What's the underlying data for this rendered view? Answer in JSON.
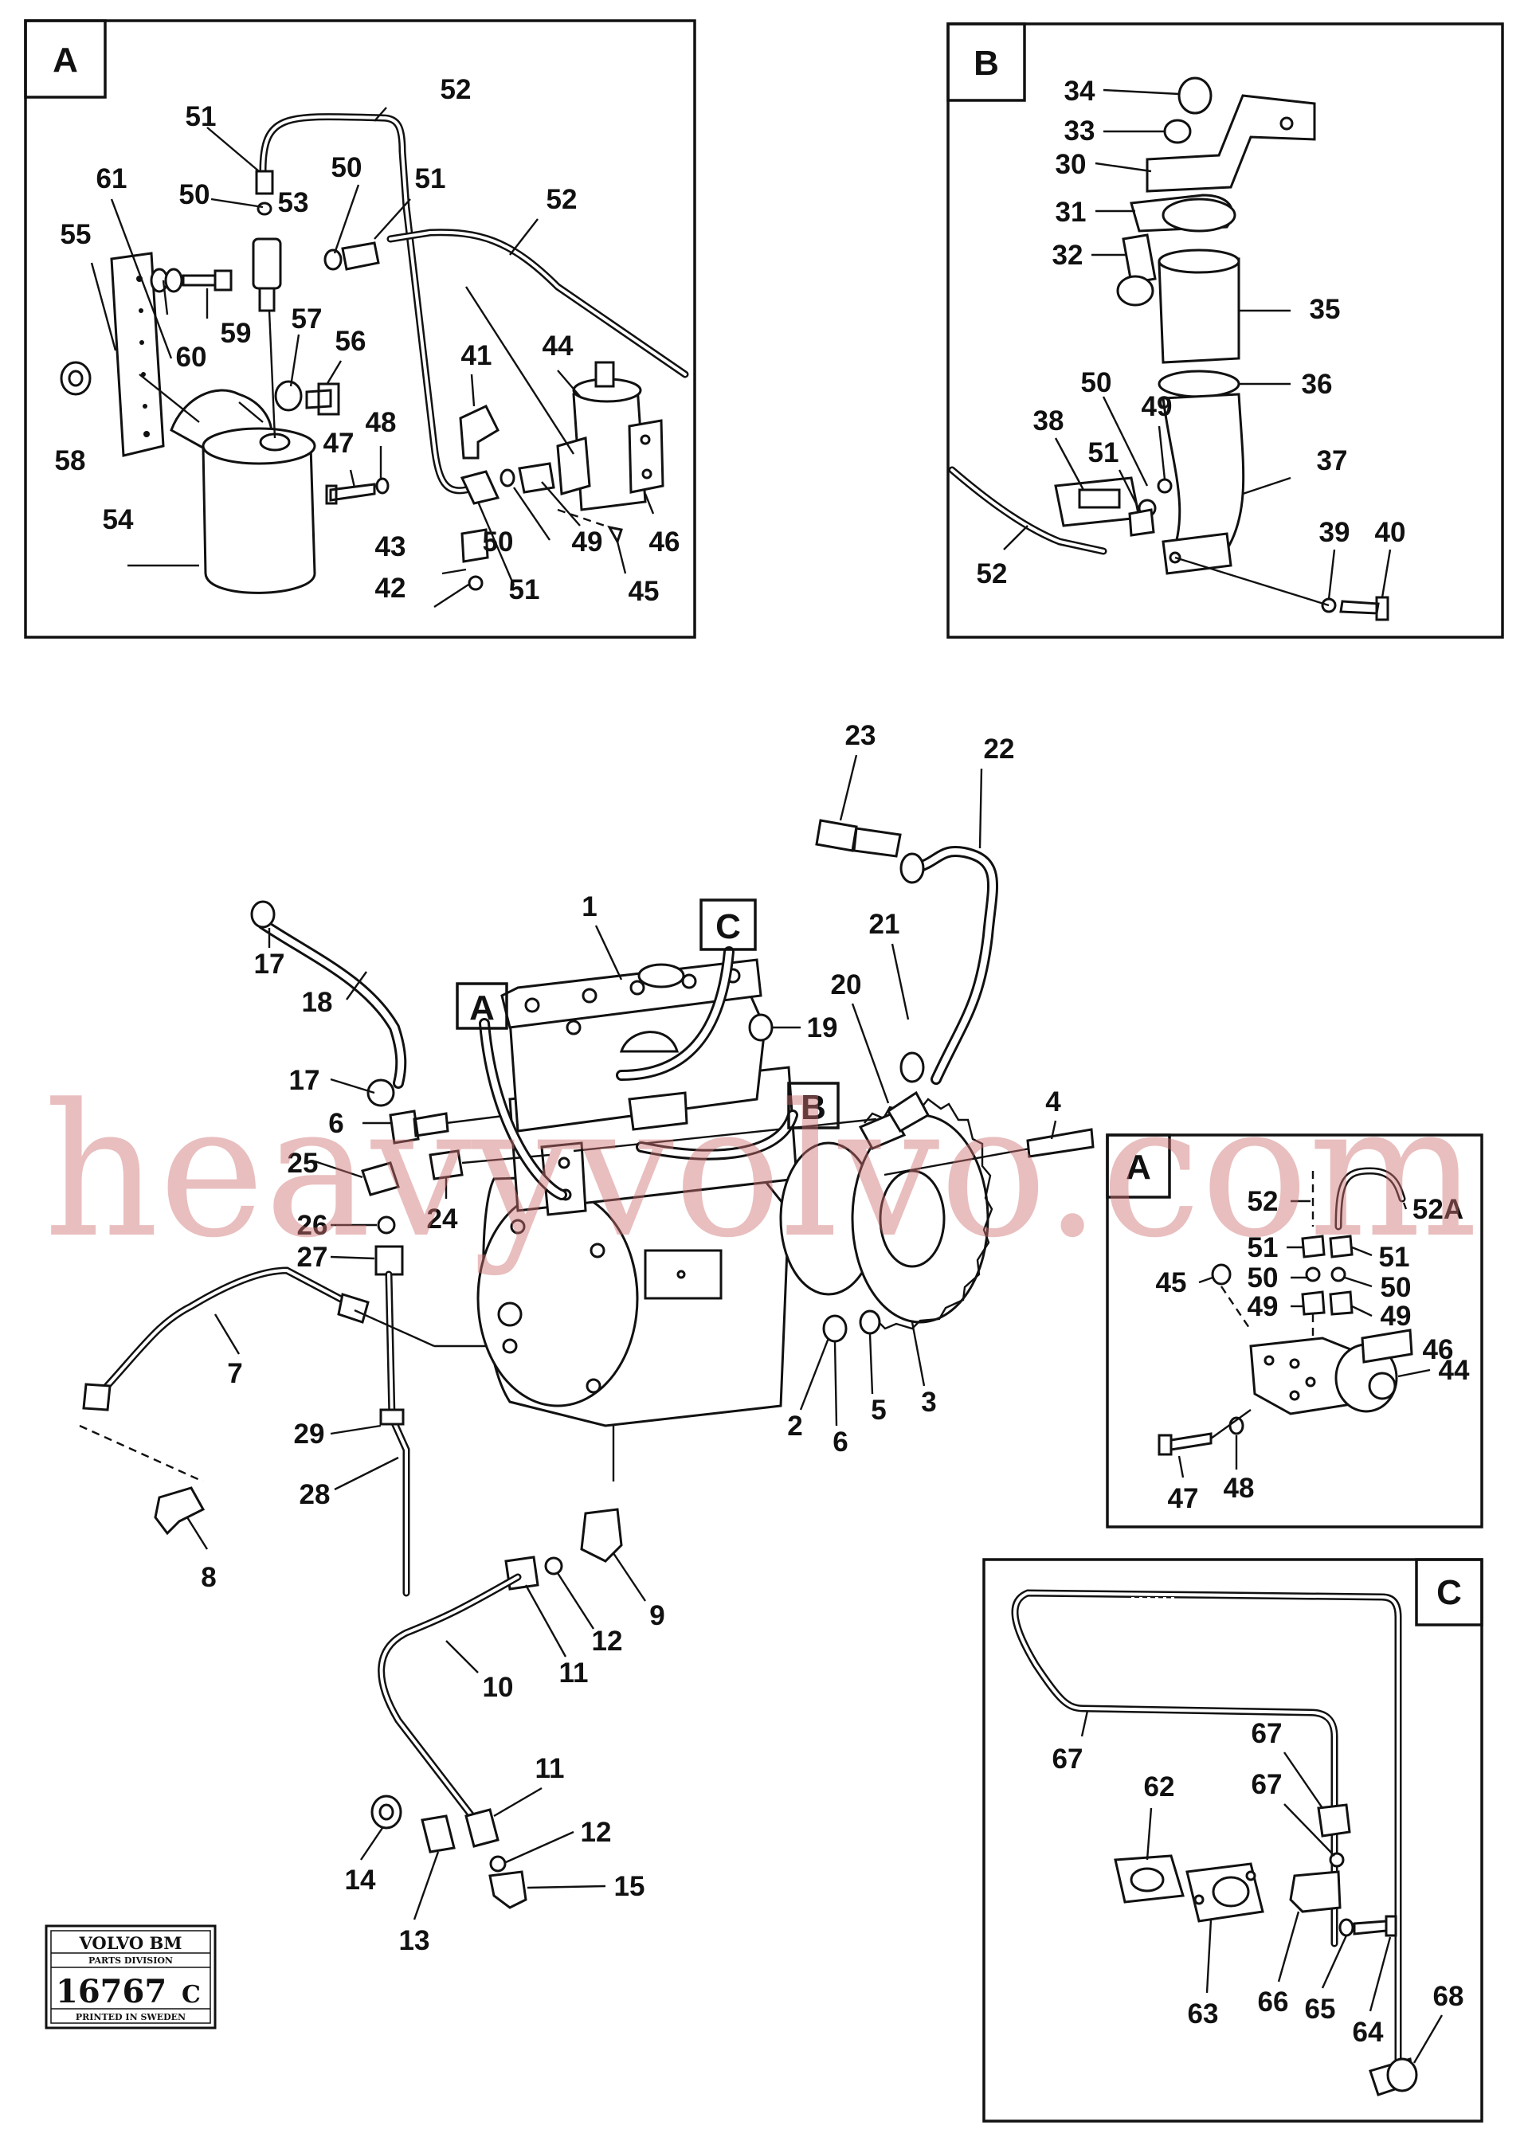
{
  "panels": {
    "a_top": {
      "label": "A"
    },
    "b_top": {
      "label": "B"
    },
    "a_detail": {
      "label": "A"
    },
    "c_detail": {
      "label": "C"
    },
    "main_tag_a": "A",
    "main_tag_b": "B",
    "main_tag_c": "C"
  },
  "callouts_a_top": [
    "51",
    "52",
    "61",
    "50",
    "53",
    "50",
    "51",
    "52",
    "55",
    "59",
    "60",
    "57",
    "56",
    "41",
    "44",
    "58",
    "48",
    "47",
    "54",
    "43",
    "42",
    "51",
    "50",
    "49",
    "46",
    "45"
  ],
  "callouts_b_top": [
    "34",
    "33",
    "30",
    "31",
    "32",
    "35",
    "36",
    "38",
    "50",
    "49",
    "51",
    "37",
    "52",
    "39",
    "40"
  ],
  "callouts_main": [
    "23",
    "22",
    "1",
    "21",
    "17",
    "18",
    "20",
    "19",
    "17",
    "6",
    "4",
    "25",
    "26",
    "24",
    "27",
    "7",
    "2",
    "6",
    "5",
    "3",
    "29",
    "28",
    "8",
    "9",
    "12",
    "11",
    "10",
    "11",
    "12",
    "15",
    "14",
    "13"
  ],
  "callouts_a_detail": [
    "52",
    "52A",
    "51",
    "51",
    "45",
    "50",
    "50",
    "49",
    "49",
    "46",
    "44",
    "47",
    "48"
  ],
  "callouts_c_detail": [
    "67",
    "67",
    "67",
    "62",
    "63",
    "66",
    "65",
    "64",
    "68"
  ],
  "logo": {
    "brand": "VOLVO BM",
    "division": "PARTS DIVISION",
    "number": "16767",
    "suffix": "C",
    "footer": "PRINTED IN SWEDEN"
  },
  "watermark": "heavyvolvo.com"
}
